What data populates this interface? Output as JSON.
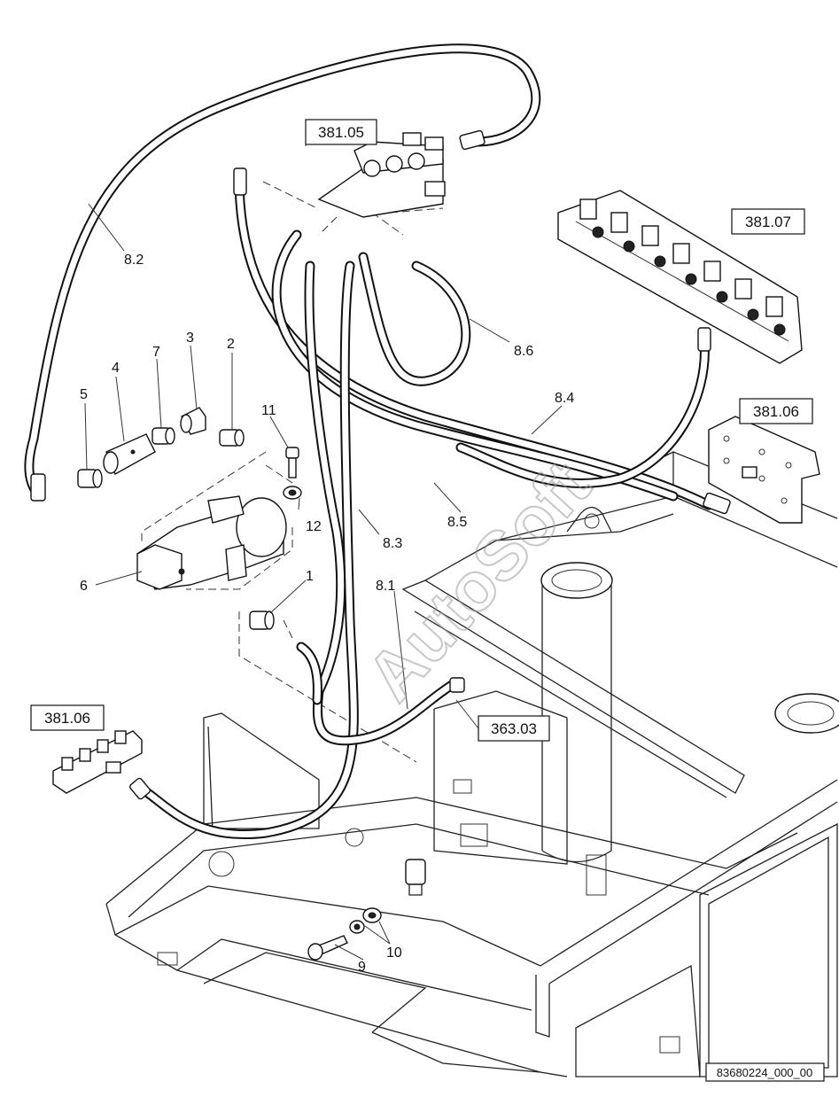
{
  "reference_boxes": [
    {
      "id": "ref-381-05",
      "text": "381.05"
    },
    {
      "id": "ref-381-07",
      "text": "381.07"
    },
    {
      "id": "ref-381-06-right",
      "text": "381.06"
    },
    {
      "id": "ref-381-06-left",
      "text": "381.06"
    },
    {
      "id": "ref-363-03",
      "text": "363.03"
    }
  ],
  "callouts": {
    "c1": "1",
    "c2": "2",
    "c3": "3",
    "c4": "4",
    "c5": "5",
    "c6": "6",
    "c7": "7",
    "c9": "9",
    "c10": "10",
    "c11": "11",
    "c12": "12",
    "h81": "8.1",
    "h82": "8.2",
    "h83": "8.3",
    "h84": "8.4",
    "h85": "8.5",
    "h86": "8.6"
  },
  "drawing_id": "83680224_000_00",
  "watermark": "AutoSoft",
  "colors": {
    "ink": "#111111",
    "paper": "#ffffff",
    "watermark": "#9a9a9a"
  }
}
